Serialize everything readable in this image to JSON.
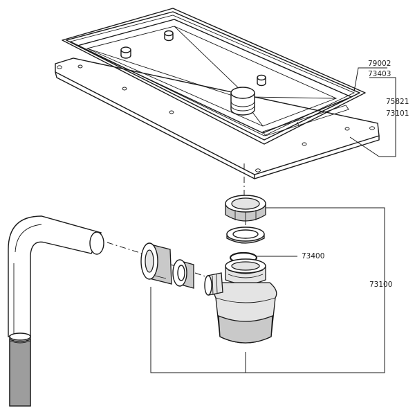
{
  "diagram": {
    "type": "exploded-parts-drawing",
    "labels": {
      "l79002": "79002",
      "l73403": "73403",
      "l75821": "75821",
      "l73101": "73101",
      "l73400": "73400",
      "l73100": "73100"
    }
  }
}
